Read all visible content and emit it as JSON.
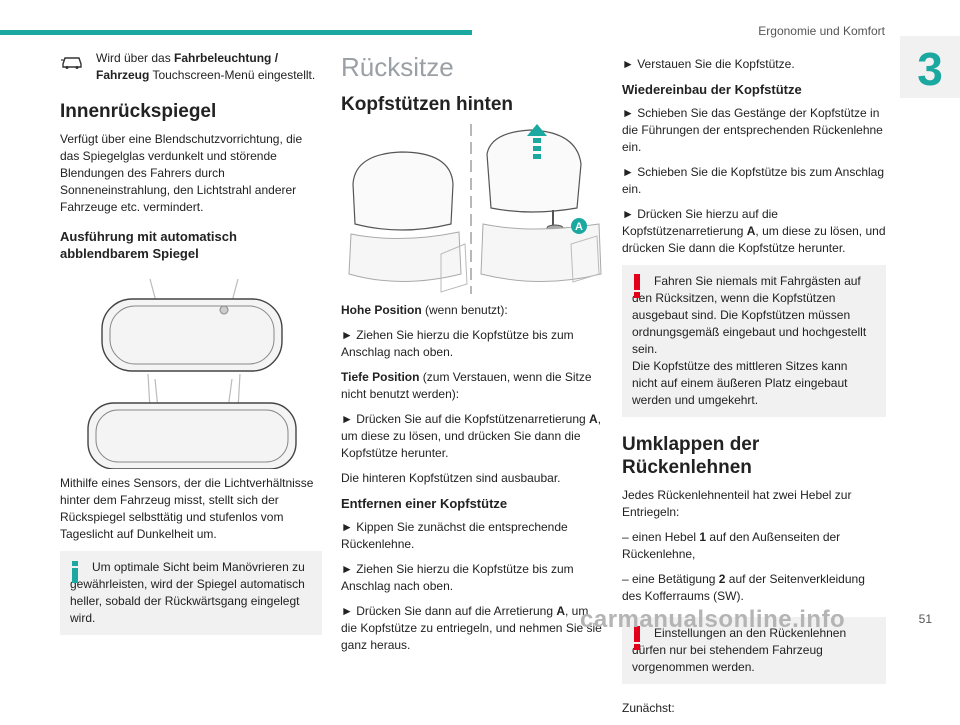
{
  "header": {
    "section_title": "Ergonomie und Komfort",
    "chapter_number": "3"
  },
  "col1": {
    "note_prefix": "Wird über das ",
    "note_bold": "Fahrbeleuchtung / Fahrzeug",
    "note_suffix": " Touchscreen-Menü eingestellt.",
    "heading": "Innenrückspiegel",
    "intro": "Verfügt über eine Blendschutzvorrichtung, die das Spiegelglas verdunkelt und störende Blendungen des Fahrers durch Sonneneinstrahlung, den Lichtstrahl anderer Fahrzeuge etc. vermindert.",
    "subheading": "Ausführung mit automatisch abblendbarem Spiegel",
    "para": "Mithilfe eines Sensors, der die Lichtverhältnisse hinter dem Fahrzeug misst, stellt sich der Rückspiegel selbsttätig und stufenlos vom Tageslicht auf Dunkelheit um.",
    "info": "Um optimale Sicht beim Manövrieren zu gewährleisten, wird der Spiegel automatisch heller, sobald der Rückwärtsgang eingelegt wird."
  },
  "col2": {
    "section": "Rücksitze",
    "heading": "Kopfstützen hinten",
    "image_label": "A",
    "hohe_bold": "Hohe Position",
    "hohe_rest": " (wenn benutzt):",
    "hohe_step": "► Ziehen Sie hierzu die Kopfstütze bis zum Anschlag nach oben.",
    "tiefe_bold": "Tiefe Position",
    "tiefe_rest": " (zum Verstauen, wenn die Sitze nicht benutzt werden):",
    "tiefe_step_a": "► Drücken Sie auf die Kopfstützenarretierung ",
    "tiefe_step_b": "A",
    "tiefe_step_c": ", um diese zu lösen, und drücken Sie dann die Kopfstütze herunter.",
    "removable": "Die hinteren Kopfstützen sind ausbaubar.",
    "subheading": "Entfernen einer Kopfstütze",
    "step1": "► Kippen Sie zunächst die entsprechende Rückenlehne.",
    "step2": "► Ziehen Sie hierzu die Kopfstütze bis zum Anschlag nach oben.",
    "step3_a": "► Drücken Sie dann auf die Arretierung ",
    "step3_b": "A",
    "step3_c": ", um die Kopfstütze zu entriegeln, und nehmen Sie sie ganz heraus."
  },
  "col3": {
    "step_store": "► Verstauen Sie die Kopfstütze.",
    "subheading": "Wiedereinbau der Kopfstütze",
    "step1": "► Schieben Sie das Gestänge der Kopfstütze in die Führungen der entsprechenden Rückenlehne ein.",
    "step2": "► Schieben Sie die Kopfstütze bis zum Anschlag ein.",
    "step3_a": "► Drücken Sie hierzu auf die Kopfstützenarretierung ",
    "step3_b": "A",
    "step3_c": ", um diese zu lösen, und drücken Sie dann die Kopfstütze herunter.",
    "warn1": "Fahren Sie niemals mit Fahrgästen auf den Rücksitzen, wenn die Kopfstützen ausgebaut sind. Die Kopfstützen müssen ordnungsgemäß eingebaut und hochgestellt sein.",
    "warn1b": "Die Kopfstütze des mittleren Sitzes kann nicht auf einem äußeren Platz eingebaut werden und umgekehrt.",
    "heading": "Umklappen der Rückenlehnen",
    "intro": "Jedes Rückenlehnenteil hat zwei Hebel zur Entriegeln:",
    "item1_a": "– einen Hebel ",
    "item1_b": "1",
    "item1_c": " auf den Außenseiten der Rückenlehne,",
    "item2_a": "– eine Betätigung ",
    "item2_b": "2",
    "item2_c": " auf der Seitenverkleidung des Kofferraums (SW).",
    "warn2": "Einstellungen an den Rückenlehnen dürfen nur bei stehendem Fahrzeug vorgenommen werden.",
    "closing": "Zunächst:"
  },
  "footer": {
    "page_number": "51",
    "watermark": "carmanualsonline.info"
  },
  "colors": {
    "accent": "#1aa8a0",
    "warning": "#e2001a",
    "info": "#1aa8a0",
    "heading_grey": "#9aa0a6"
  },
  "icons": [
    "car-light-icon",
    "info-icon",
    "warning-icon",
    "up-arrow-icon"
  ]
}
